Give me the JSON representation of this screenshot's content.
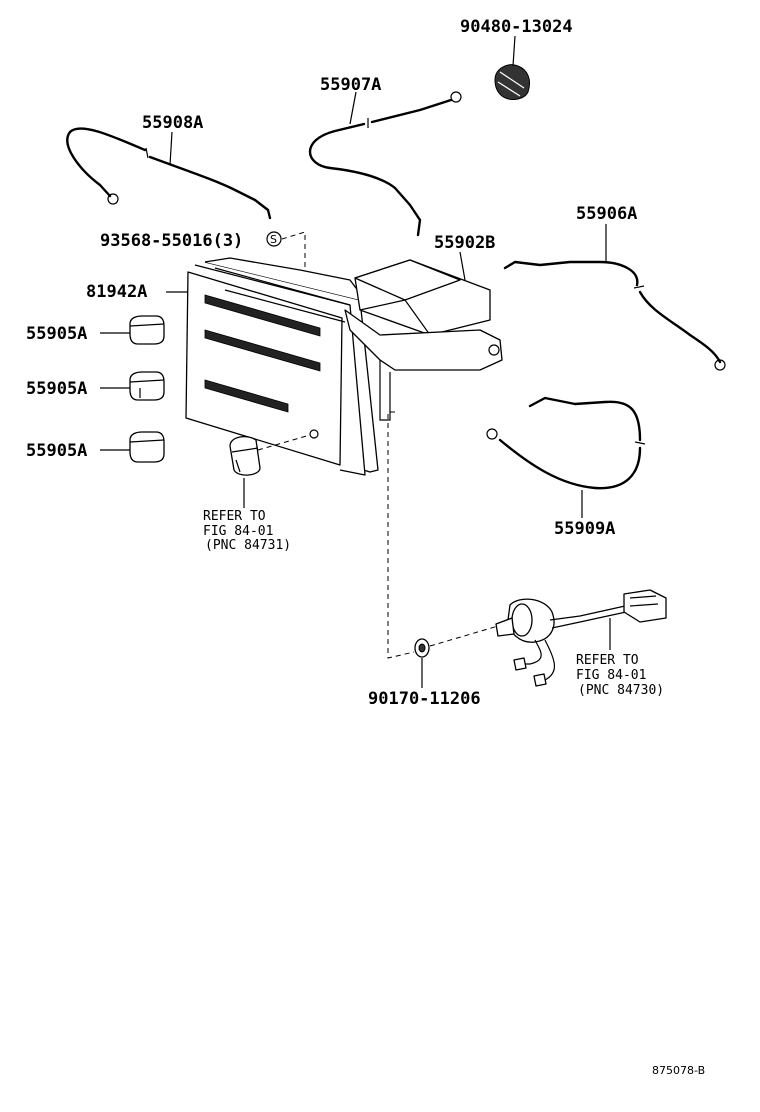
{
  "labels": {
    "p90480": "90480-13024",
    "p55907": "55907A",
    "p55908": "55908A",
    "p93568": "93568-55016(3)",
    "p55902": "55902B",
    "p55906": "55906A",
    "p81942": "81942A",
    "p55905_1": "55905A",
    "p55905_2": "55905A",
    "p55905_3": "55905A",
    "p55909": "55909A",
    "p90170": "90170-11206",
    "s_mark": "S"
  },
  "refs": {
    "left": {
      "line1": "REFER TO",
      "line2": "FIG 84-01",
      "line3": "(PNC 84731)"
    },
    "right": {
      "line1": "REFER TO",
      "line2": "FIG 84-01",
      "line3": "(PNC 84730)"
    }
  },
  "diagram_code": "875078-B"
}
